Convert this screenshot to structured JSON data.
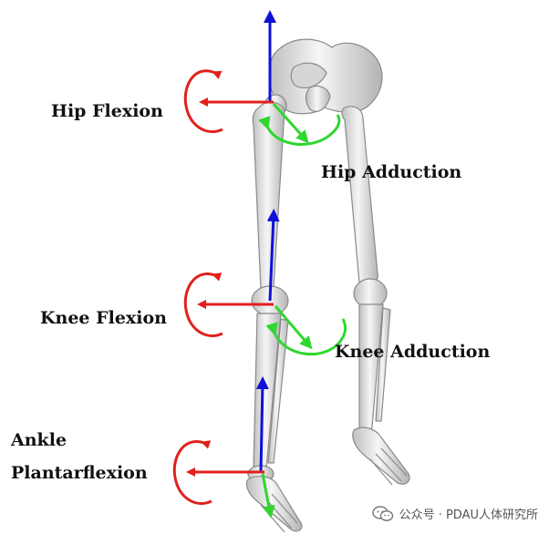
{
  "labels": {
    "hip_flexion": "Hip Flexion",
    "hip_adduction": "Hip Adduction",
    "knee_flexion": "Knee Flexion",
    "knee_adduction": "Knee Adduction",
    "ankle_line1": "Ankle",
    "ankle_line2": "Plantarflexion"
  },
  "watermark": {
    "text": "公众号 · PDAU人体研究所",
    "icon": "wechat-icon"
  },
  "colors": {
    "flexion_axis": "#e0201c",
    "adduction_axis": "#2fd72f",
    "vertical_axis": "#1010d8",
    "bone_fill": "#ececec",
    "bone_stroke": "#8a8a8a"
  }
}
